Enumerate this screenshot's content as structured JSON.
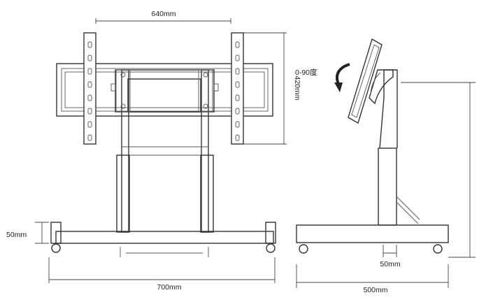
{
  "labels": {
    "mount_width": "640mm",
    "mount_height": "420mm",
    "tilt": "0-90度",
    "base_height": "50mm",
    "base_width": "700mm",
    "column_width": "50mm",
    "base_depth": "500mm"
  }
}
